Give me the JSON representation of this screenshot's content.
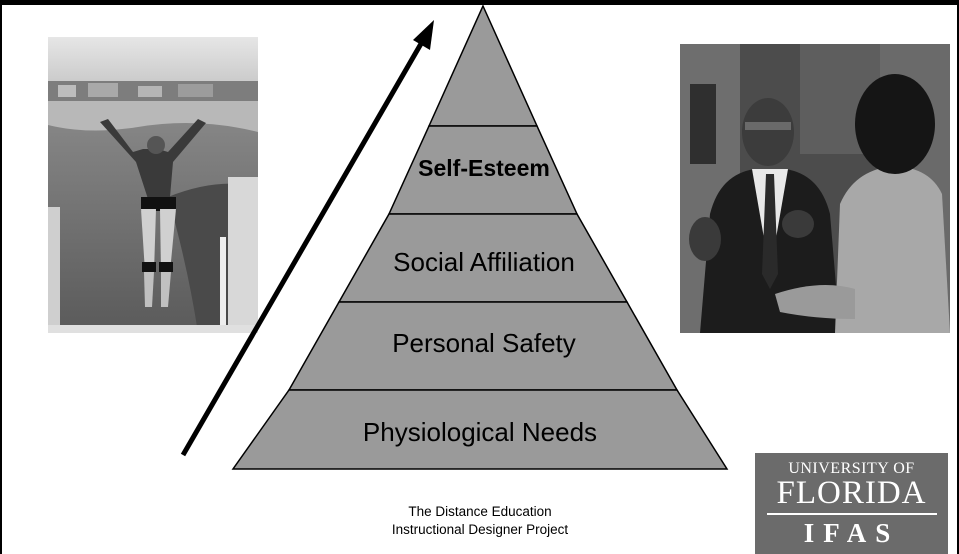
{
  "pyramid": {
    "levels": [
      {
        "label": "",
        "bold": false
      },
      {
        "label": "Self-Esteem",
        "bold": true
      },
      {
        "label": "Social Affiliation",
        "bold": false
      },
      {
        "label": "Personal Safety",
        "bold": false
      },
      {
        "label": "Physiological Needs",
        "bold": false
      }
    ],
    "fill": "#9a9a9a"
  },
  "caption": {
    "line1": "The Distance Education",
    "line2": "Instructional Designer Project"
  },
  "logo": {
    "line1": "UNIVERSITY OF",
    "line2": "FLORIDA",
    "line3": "IFAS"
  }
}
